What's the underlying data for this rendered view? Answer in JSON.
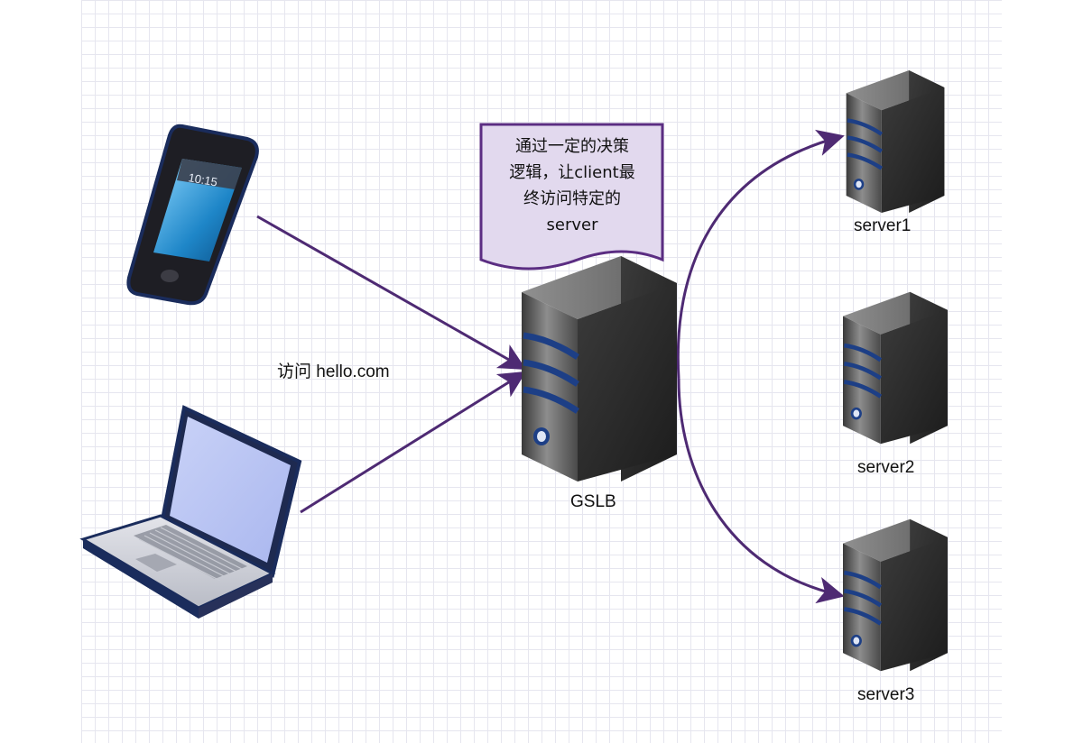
{
  "diagram": {
    "access_label": "访问 hello.com",
    "note_lines": [
      "通过一定的决策",
      "逻辑，让client最",
      "终访问特定的",
      "server"
    ],
    "gslb_label": "GSLB",
    "servers": [
      {
        "label": "server1"
      },
      {
        "label": "server2"
      },
      {
        "label": "server3"
      }
    ],
    "colors": {
      "arrow": "#4e2a73",
      "note_fill": "#e2d9ee",
      "note_border": "#5b2d82",
      "server_dark": "#2a2a2a",
      "server_stripe": "#1d3f86",
      "device_outline": "#1a2c5c"
    },
    "icons": [
      "smartphone-icon",
      "laptop-icon",
      "gslb-server-icon",
      "server-icon"
    ]
  }
}
